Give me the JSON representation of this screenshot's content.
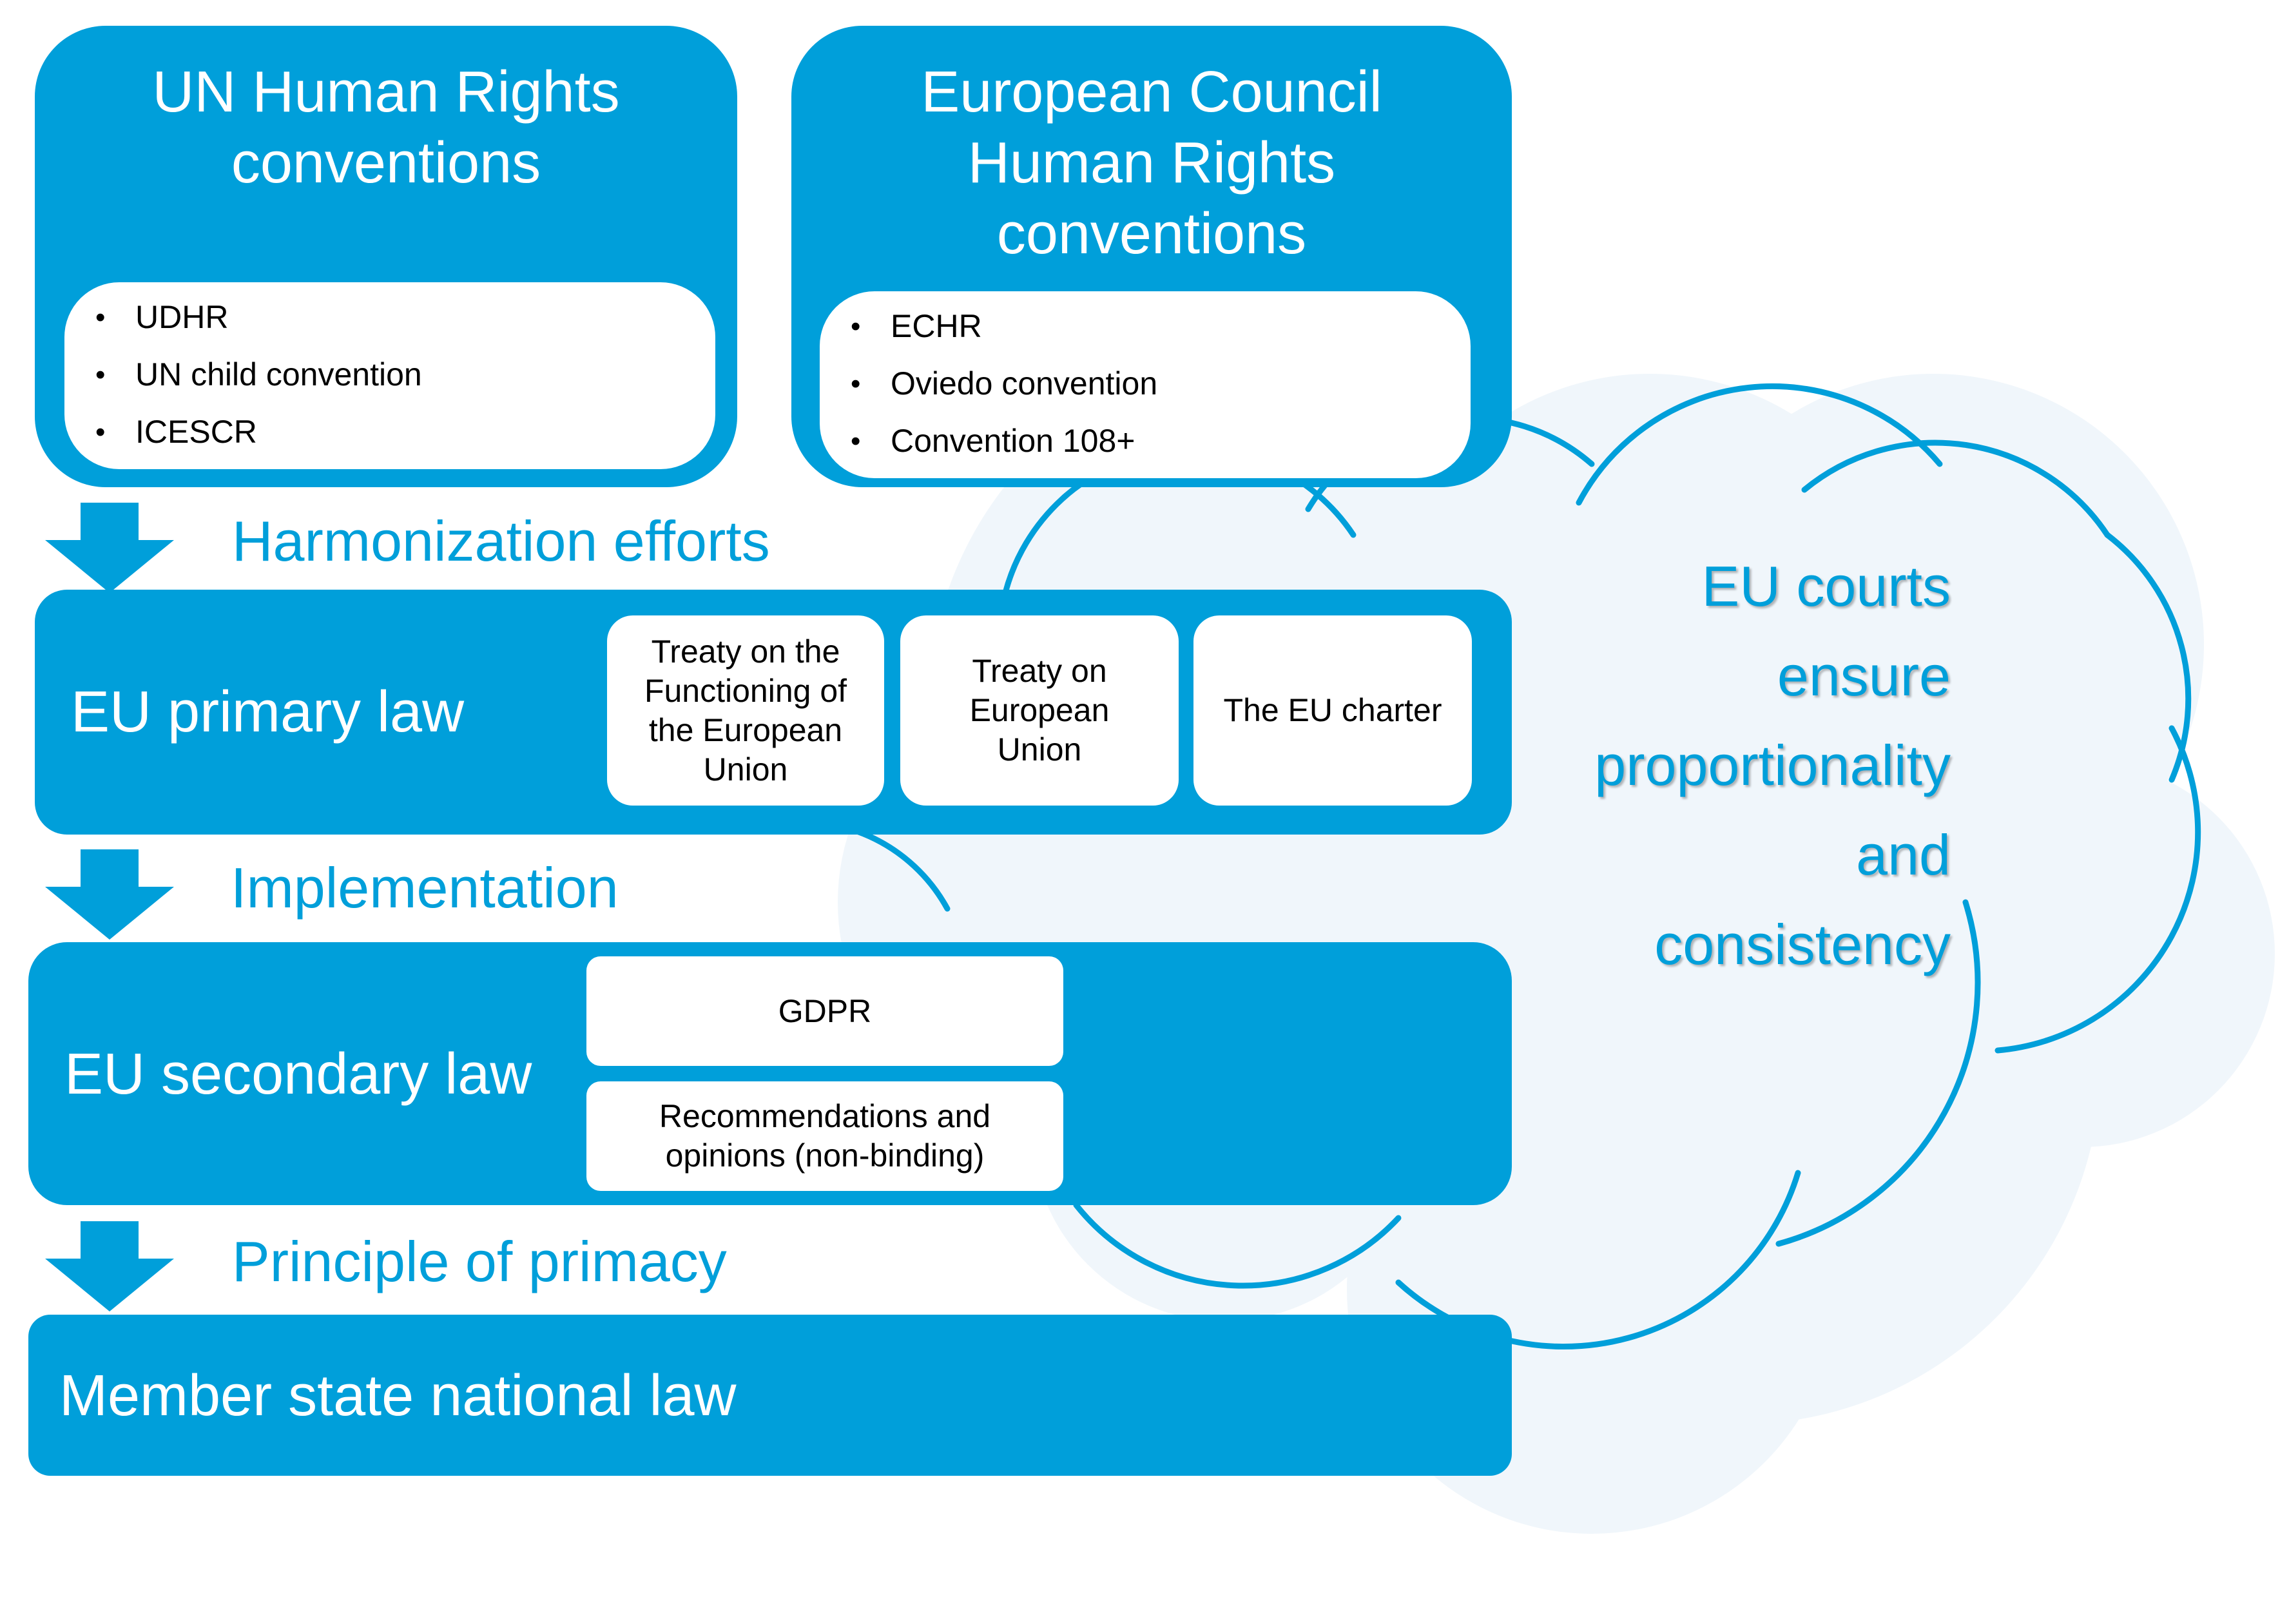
{
  "colors": {
    "primary_blue": "#009fda",
    "cloud_fill": "#f0f6fb",
    "white": "#ffffff",
    "text_dark": "#000000"
  },
  "un_box": {
    "title_line1": "UN Human Rights",
    "title_line2": "conventions",
    "items": [
      "UDHR",
      "UN child convention",
      "ICESCR"
    ]
  },
  "ec_box": {
    "title_line1": "European Council",
    "title_line2": "Human Rights",
    "title_line3": "conventions",
    "items": [
      "ECHR",
      "Oviedo convention",
      "Convention 108+"
    ]
  },
  "steps": {
    "harmonization": "Harmonization efforts",
    "implementation": "Implementation",
    "primacy": "Principle of primacy"
  },
  "primary_law": {
    "label": "EU primary law",
    "cards": [
      {
        "line1": "Treaty on the",
        "line2": "Functioning of",
        "line3": "the European",
        "line4": "Union"
      },
      {
        "line1": "Treaty on",
        "line2": "European",
        "line3": "Union"
      },
      {
        "line1": "The EU charter"
      }
    ]
  },
  "secondary_law": {
    "label": "EU secondary law",
    "cards": [
      {
        "line1": "GDPR"
      },
      {
        "line1": "Recommendations and",
        "line2": "opinions (non-binding)"
      }
    ]
  },
  "national_law": {
    "label": "Member state national law"
  },
  "cloud": {
    "lines": [
      "EU courts",
      "ensure",
      "proportionality",
      "and",
      "consistency"
    ]
  },
  "icons": {
    "arrow": "down-arrow-icon"
  }
}
